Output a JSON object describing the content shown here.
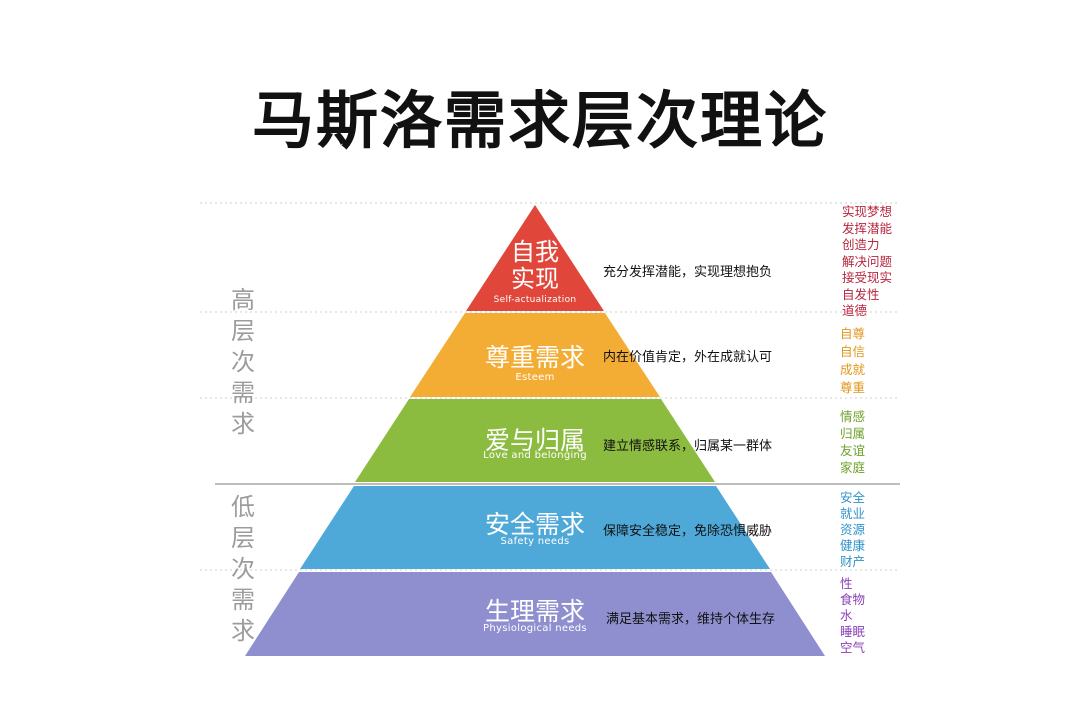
{
  "title": "马斯洛需求层次理论",
  "groups": {
    "high": [
      "高",
      "层",
      "次",
      "需",
      "求"
    ],
    "low": [
      "低",
      "层",
      "次",
      "需",
      "求"
    ]
  },
  "levels": [
    {
      "name_lines": [
        "自我",
        "实现"
      ],
      "english": "Self-actualization",
      "description": "充分发挥潜能，实现理想抱负",
      "color": "#e0473a",
      "keyword_color": "#b8263f",
      "keywords": [
        "实现梦想",
        "发挥潜能",
        "创造力",
        "解决问题",
        "接受现实",
        "自发性",
        "道德"
      ]
    },
    {
      "name": "尊重需求",
      "english": "Esteem",
      "description": "内在价值肯定，外在成就认可",
      "color": "#f3ad35",
      "keyword_color": "#e1961b",
      "keywords": [
        "自尊",
        "自信",
        "成就",
        "尊重"
      ]
    },
    {
      "name": "爱与归属",
      "english": "Love and belonging",
      "description": "建立情感联系，归属某一群体",
      "color": "#8cbc3f",
      "keyword_color": "#6ea12a",
      "keywords": [
        "情感",
        "归属",
        "友谊",
        "家庭"
      ]
    },
    {
      "name": "安全需求",
      "english": "Safety needs",
      "description": "保障安全稳定，免除恐惧威胁",
      "color": "#4ea8d8",
      "keyword_color": "#2f93c9",
      "keywords": [
        "安全",
        "就业",
        "资源",
        "健康",
        "财产"
      ]
    },
    {
      "name": "生理需求",
      "english": "Physiological needs",
      "description": "满足基本需求，维持个体生存",
      "color": "#8f8fd0",
      "keyword_color": "#8a3fb8",
      "keywords": [
        "性",
        "食物",
        "水",
        "睡眠",
        "空气"
      ]
    }
  ]
}
